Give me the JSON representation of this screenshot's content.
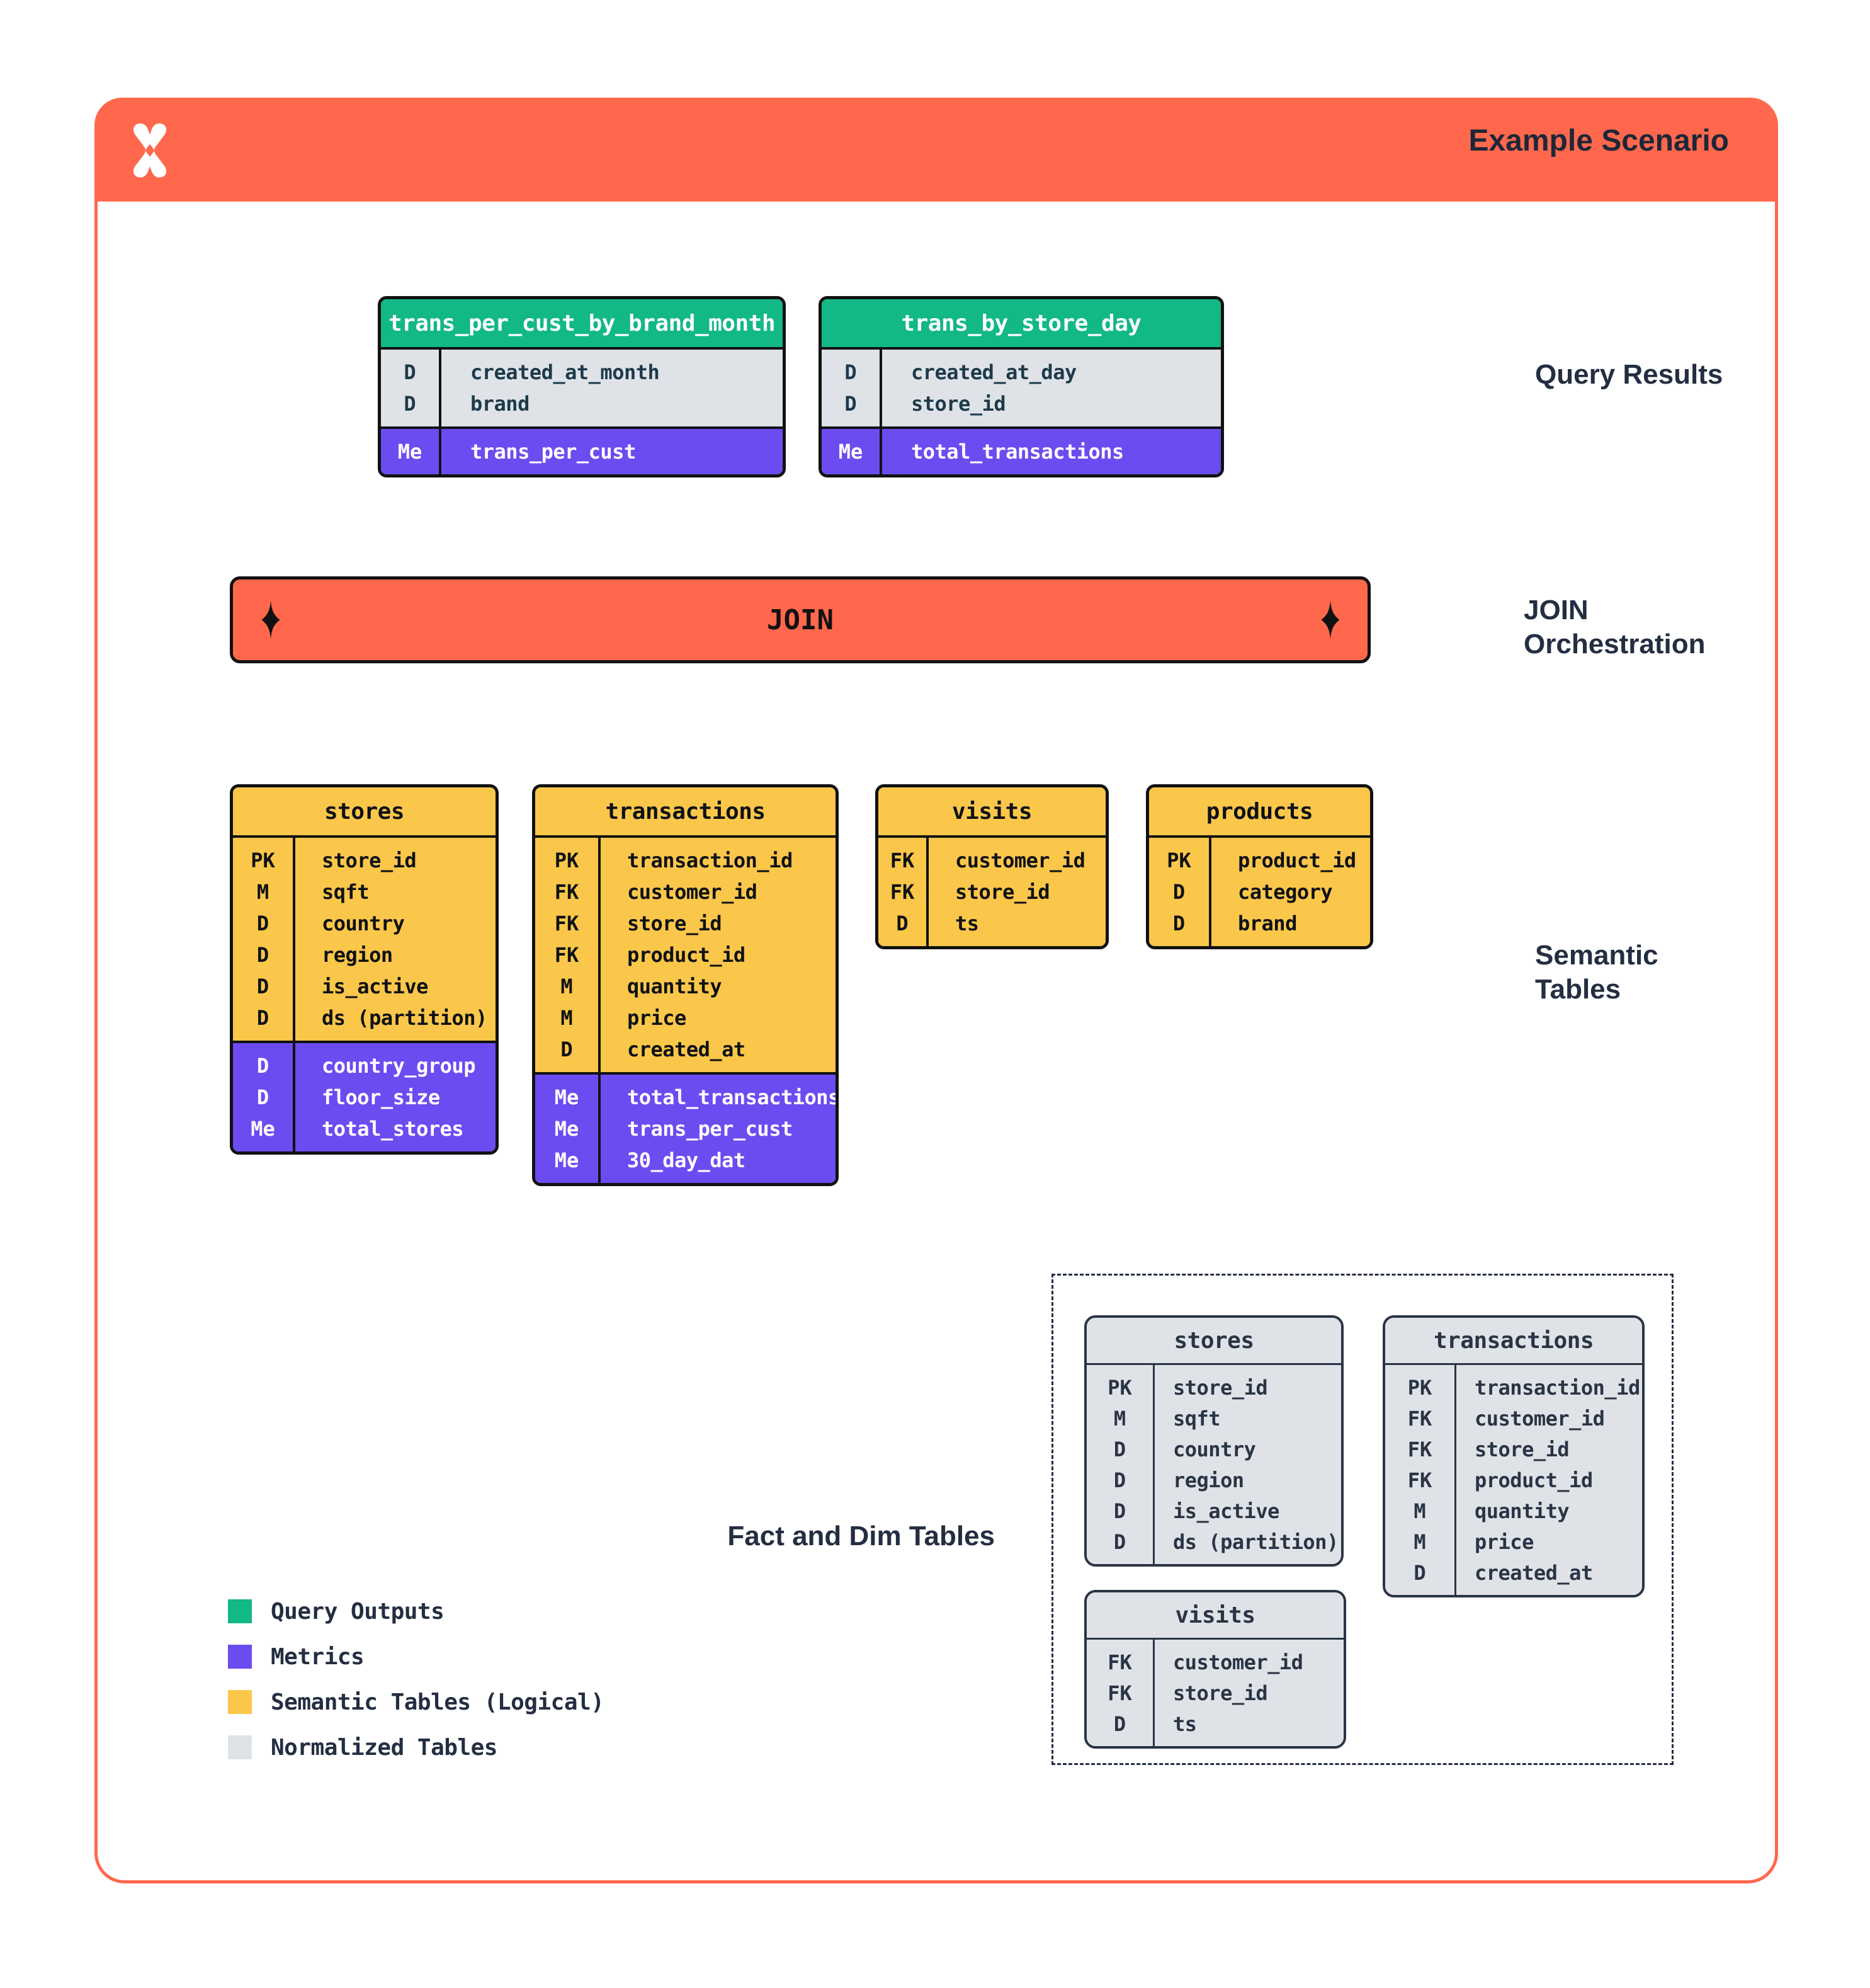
{
  "header": {
    "title": "Example Scenario"
  },
  "join": {
    "label": "JOIN"
  },
  "annotations": {
    "query_results": "Query Results",
    "join_orchestration_line1": "JOIN",
    "join_orchestration_line2": "Orchestration",
    "semantic_line1": "Semantic",
    "semantic_line2": "Tables",
    "fact_dim": "Fact and Dim Tables"
  },
  "colors": {
    "orange": "#FF684D",
    "green": "#12B886",
    "purple": "#6C4CF1",
    "yellow": "#FBC74A",
    "gray": "#DFE3E8",
    "ink": "#111111",
    "navy": "#242E42"
  },
  "tables": {
    "q_trans_per_cust_by_brand_month": {
      "title": "trans_per_cust_by_brand_month",
      "sections": [
        {
          "kind": "fields",
          "rows": [
            [
              "D",
              "created_at_month"
            ],
            [
              "D",
              "brand"
            ]
          ]
        },
        {
          "kind": "metrics",
          "rows": [
            [
              "Me",
              "trans_per_cust"
            ]
          ]
        }
      ]
    },
    "q_trans_by_store_day": {
      "title": "trans_by_store_day",
      "sections": [
        {
          "kind": "fields",
          "rows": [
            [
              "D",
              "created_at_day"
            ],
            [
              "D",
              "store_id"
            ]
          ]
        },
        {
          "kind": "metrics",
          "rows": [
            [
              "Me",
              "total_transactions"
            ]
          ]
        }
      ]
    },
    "s_stores": {
      "title": "stores",
      "sections": [
        {
          "kind": "fields",
          "rows": [
            [
              "PK",
              "store_id"
            ],
            [
              "M",
              "sqft"
            ],
            [
              "D",
              "country"
            ],
            [
              "D",
              "region"
            ],
            [
              "D",
              "is_active"
            ],
            [
              "D",
              "ds (partition)"
            ]
          ]
        },
        {
          "kind": "metrics",
          "rows": [
            [
              "D",
              "country_group"
            ],
            [
              "D",
              "floor_size"
            ],
            [
              "Me",
              "total_stores"
            ]
          ]
        }
      ]
    },
    "s_transactions": {
      "title": "transactions",
      "sections": [
        {
          "kind": "fields",
          "rows": [
            [
              "PK",
              "transaction_id"
            ],
            [
              "FK",
              "customer_id"
            ],
            [
              "FK",
              "store_id"
            ],
            [
              "FK",
              "product_id"
            ],
            [
              "M",
              "quantity"
            ],
            [
              "M",
              "price"
            ],
            [
              "D",
              "created_at"
            ]
          ]
        },
        {
          "kind": "metrics",
          "rows": [
            [
              "Me",
              "total_transactions"
            ],
            [
              "Me",
              "trans_per_cust"
            ],
            [
              "Me",
              "30_day_dat"
            ]
          ]
        }
      ]
    },
    "s_visits": {
      "title": "visits",
      "sections": [
        {
          "kind": "fields",
          "rows": [
            [
              "FK",
              "customer_id"
            ],
            [
              "FK",
              "store_id"
            ],
            [
              "D",
              "ts"
            ]
          ]
        }
      ]
    },
    "s_products": {
      "title": "products",
      "sections": [
        {
          "kind": "fields",
          "rows": [
            [
              "PK",
              "product_id"
            ],
            [
              "D",
              "category"
            ],
            [
              "D",
              "brand"
            ]
          ]
        }
      ]
    },
    "n_stores": {
      "title": "stores",
      "sections": [
        {
          "kind": "fields",
          "rows": [
            [
              "PK",
              "store_id"
            ],
            [
              "M",
              "sqft"
            ],
            [
              "D",
              "country"
            ],
            [
              "D",
              "region"
            ],
            [
              "D",
              "is_active"
            ],
            [
              "D",
              "ds (partition)"
            ]
          ]
        }
      ]
    },
    "n_transactions": {
      "title": "transactions",
      "sections": [
        {
          "kind": "fields",
          "rows": [
            [
              "PK",
              "transaction_id"
            ],
            [
              "FK",
              "customer_id"
            ],
            [
              "FK",
              "store_id"
            ],
            [
              "FK",
              "product_id"
            ],
            [
              "M",
              "quantity"
            ],
            [
              "M",
              "price"
            ],
            [
              "D",
              "created_at"
            ]
          ]
        }
      ]
    },
    "n_visits": {
      "title": "visits",
      "sections": [
        {
          "kind": "fields",
          "rows": [
            [
              "FK",
              "customer_id"
            ],
            [
              "FK",
              "store_id"
            ],
            [
              "D",
              "ts"
            ]
          ]
        }
      ]
    }
  },
  "legend": [
    {
      "label": "Query Outputs",
      "color": "#12B886"
    },
    {
      "label": "Metrics",
      "color": "#6C4CF1"
    },
    {
      "label": "Semantic Tables (Logical)",
      "color": "#FBC74A"
    },
    {
      "label": "Normalized Tables",
      "color": "#DFE3E8"
    }
  ]
}
